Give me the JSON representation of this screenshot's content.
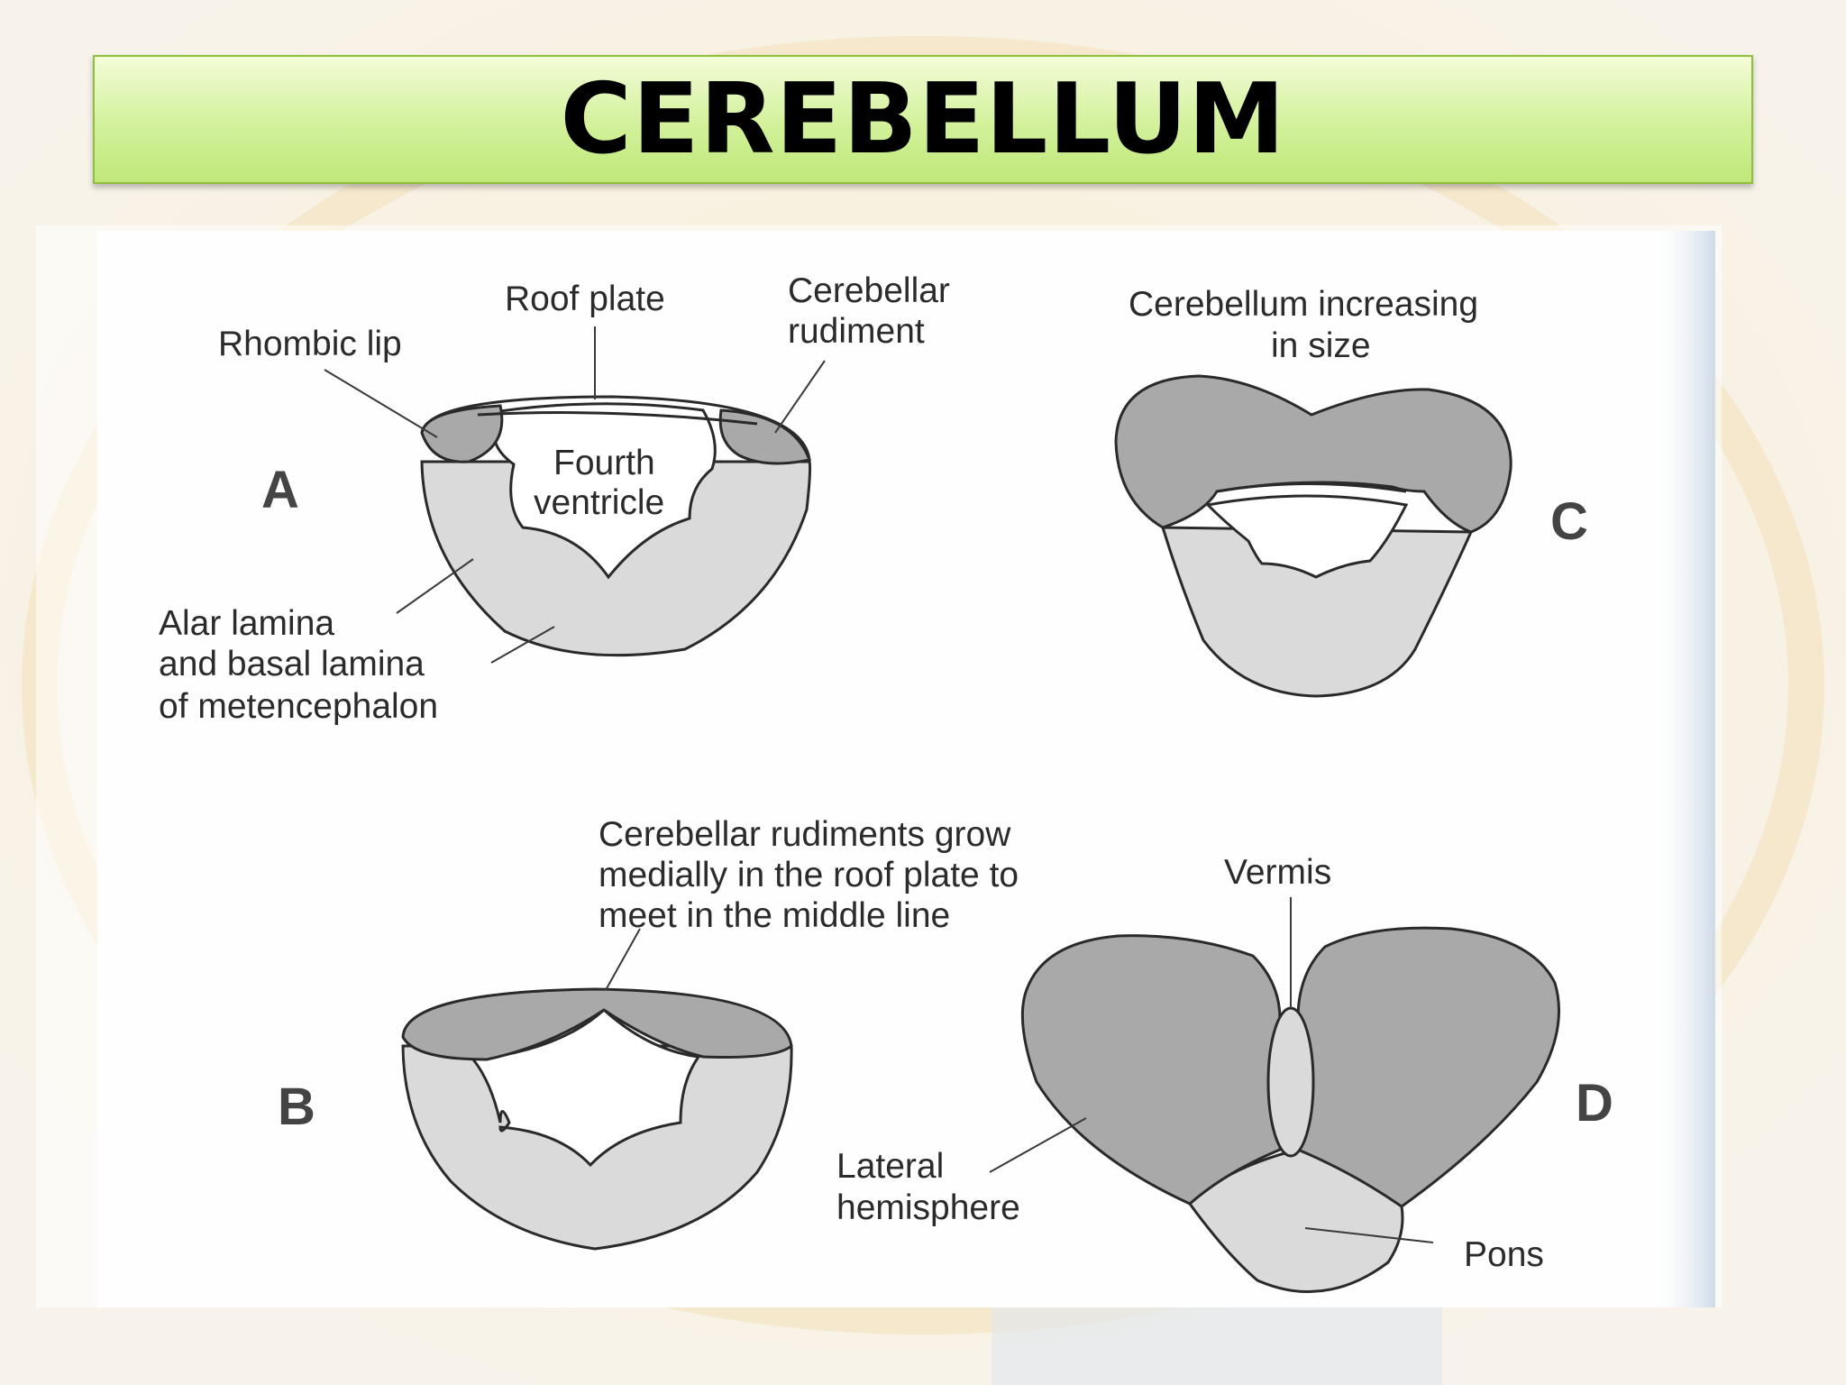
{
  "title": "CEREBELLUM",
  "panels": {
    "a": {
      "letter": "A",
      "rhombic_lip": "Rhombic lip",
      "roof_plate": "Roof plate",
      "cerebellar_rudiment": [
        "Cerebellar",
        "rudiment"
      ],
      "fourth_ventricle": [
        "Fourth",
        "ventricle"
      ],
      "alar_basal": [
        "Alar lamina",
        "and basal lamina",
        "of metencephalon"
      ]
    },
    "b": {
      "letter": "B",
      "caption": [
        "Cerebellar rudiments grow",
        "medially in the roof plate to",
        "meet in the middle line"
      ]
    },
    "c": {
      "letter": "C",
      "caption": [
        "Cerebellum increasing",
        "in size"
      ]
    },
    "d": {
      "letter": "D",
      "vermis": "Vermis",
      "lateral_hemisphere": [
        "Lateral",
        "hemisphere"
      ],
      "pons": "Pons"
    }
  },
  "colors": {
    "banner_top": "#f3fcd8",
    "banner_bottom": "#bfe879",
    "dark_gray_region": "#a9a9a9",
    "light_gray_region": "#dadada"
  }
}
